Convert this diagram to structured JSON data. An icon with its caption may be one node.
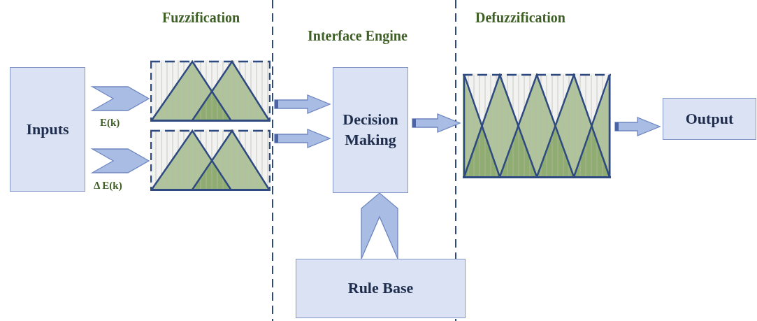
{
  "diagram": {
    "nodes": [
      {
        "text": [
          "Inputs"
        ]
      },
      {
        "text": [],
        "shape": "picture"
      },
      {
        "text": [],
        "shape": "picture"
      },
      {
        "text": [
          "Decision Making"
        ]
      },
      {
        "text": [],
        "shape": "picture"
      },
      {
        "text": [
          "Output"
        ]
      },
      {
        "text": [
          "Rule Base"
        ]
      }
    ],
    "edges": [
      {
        "from": 0,
        "to": 1,
        "arrow": "to",
        "label": "E(k)"
      },
      {
        "from": 0,
        "to": 2,
        "arrow": "to",
        "label": "Δ E(k)"
      },
      {
        "from": 1,
        "to": 3,
        "arrow": "to"
      },
      {
        "from": 2,
        "to": 3,
        "arrow": "to"
      },
      {
        "from": 3,
        "to": 4,
        "arrow": "to"
      },
      {
        "from": 4,
        "to": 5,
        "arrow": "to"
      },
      {
        "from": 6,
        "to": 3,
        "arrow": "to"
      }
    ],
    "labels": [
      "Fuzzification",
      "Interface Engine",
      "Defuzzification"
    ]
  }
}
